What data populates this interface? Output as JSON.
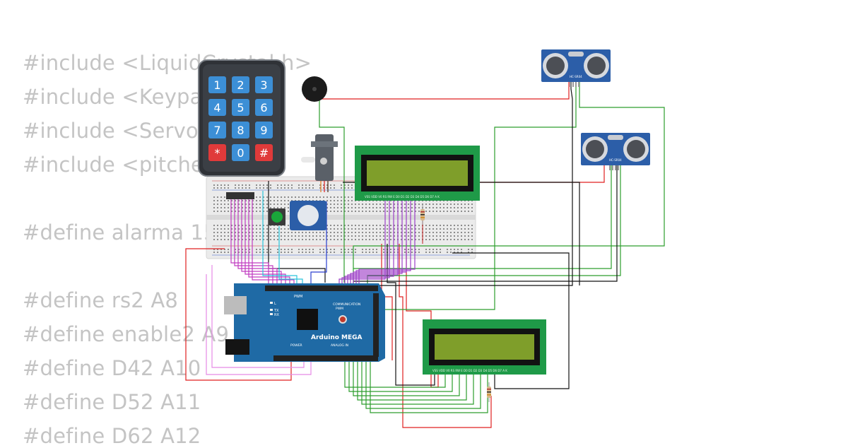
{
  "code_lines": [
    "#include <LiquidCrystal.h>",
    "#include <Keypad.h>",
    "#include <Servo.h>",
    "#include <pitches.h>",
    "",
    "#define alarma 15",
    "",
    "#define rs2 A8",
    "#define enable2 A9",
    "#define D42 A10",
    "#define D52 A11",
    "#define D62 A12"
  ],
  "keypad_keys": [
    "1",
    "2",
    "3",
    "4",
    "5",
    "6",
    "7",
    "8",
    "9",
    "*",
    "0",
    "#"
  ],
  "arduino": {
    "name": "Arduino MEGA",
    "pwm_label": "PWM",
    "comm_label": "COMMUNICATION",
    "power_label": "POWER",
    "analog_label": "ANALOG IN",
    "led_labels": [
      "L",
      "TX",
      "RX"
    ],
    "pwm_label2": "PWM"
  },
  "ultrasonic_label": "HC-SR04",
  "lcd_pin_labels": "VSS VDD V0 RS RW E D0 D1 D2 D3 D4 D5 D6 D7 A K",
  "colors": {
    "arduino": "#1f6aa5",
    "lcd_bezel": "#1f9a48",
    "lcd_screen": "#7f9e2a",
    "sensor": "#2c5ea8",
    "keypad_body": "#3b3f45",
    "key_blue": "#3c8fd6",
    "key_red": "#e03a3a",
    "code_text": "#c4c4c4"
  }
}
